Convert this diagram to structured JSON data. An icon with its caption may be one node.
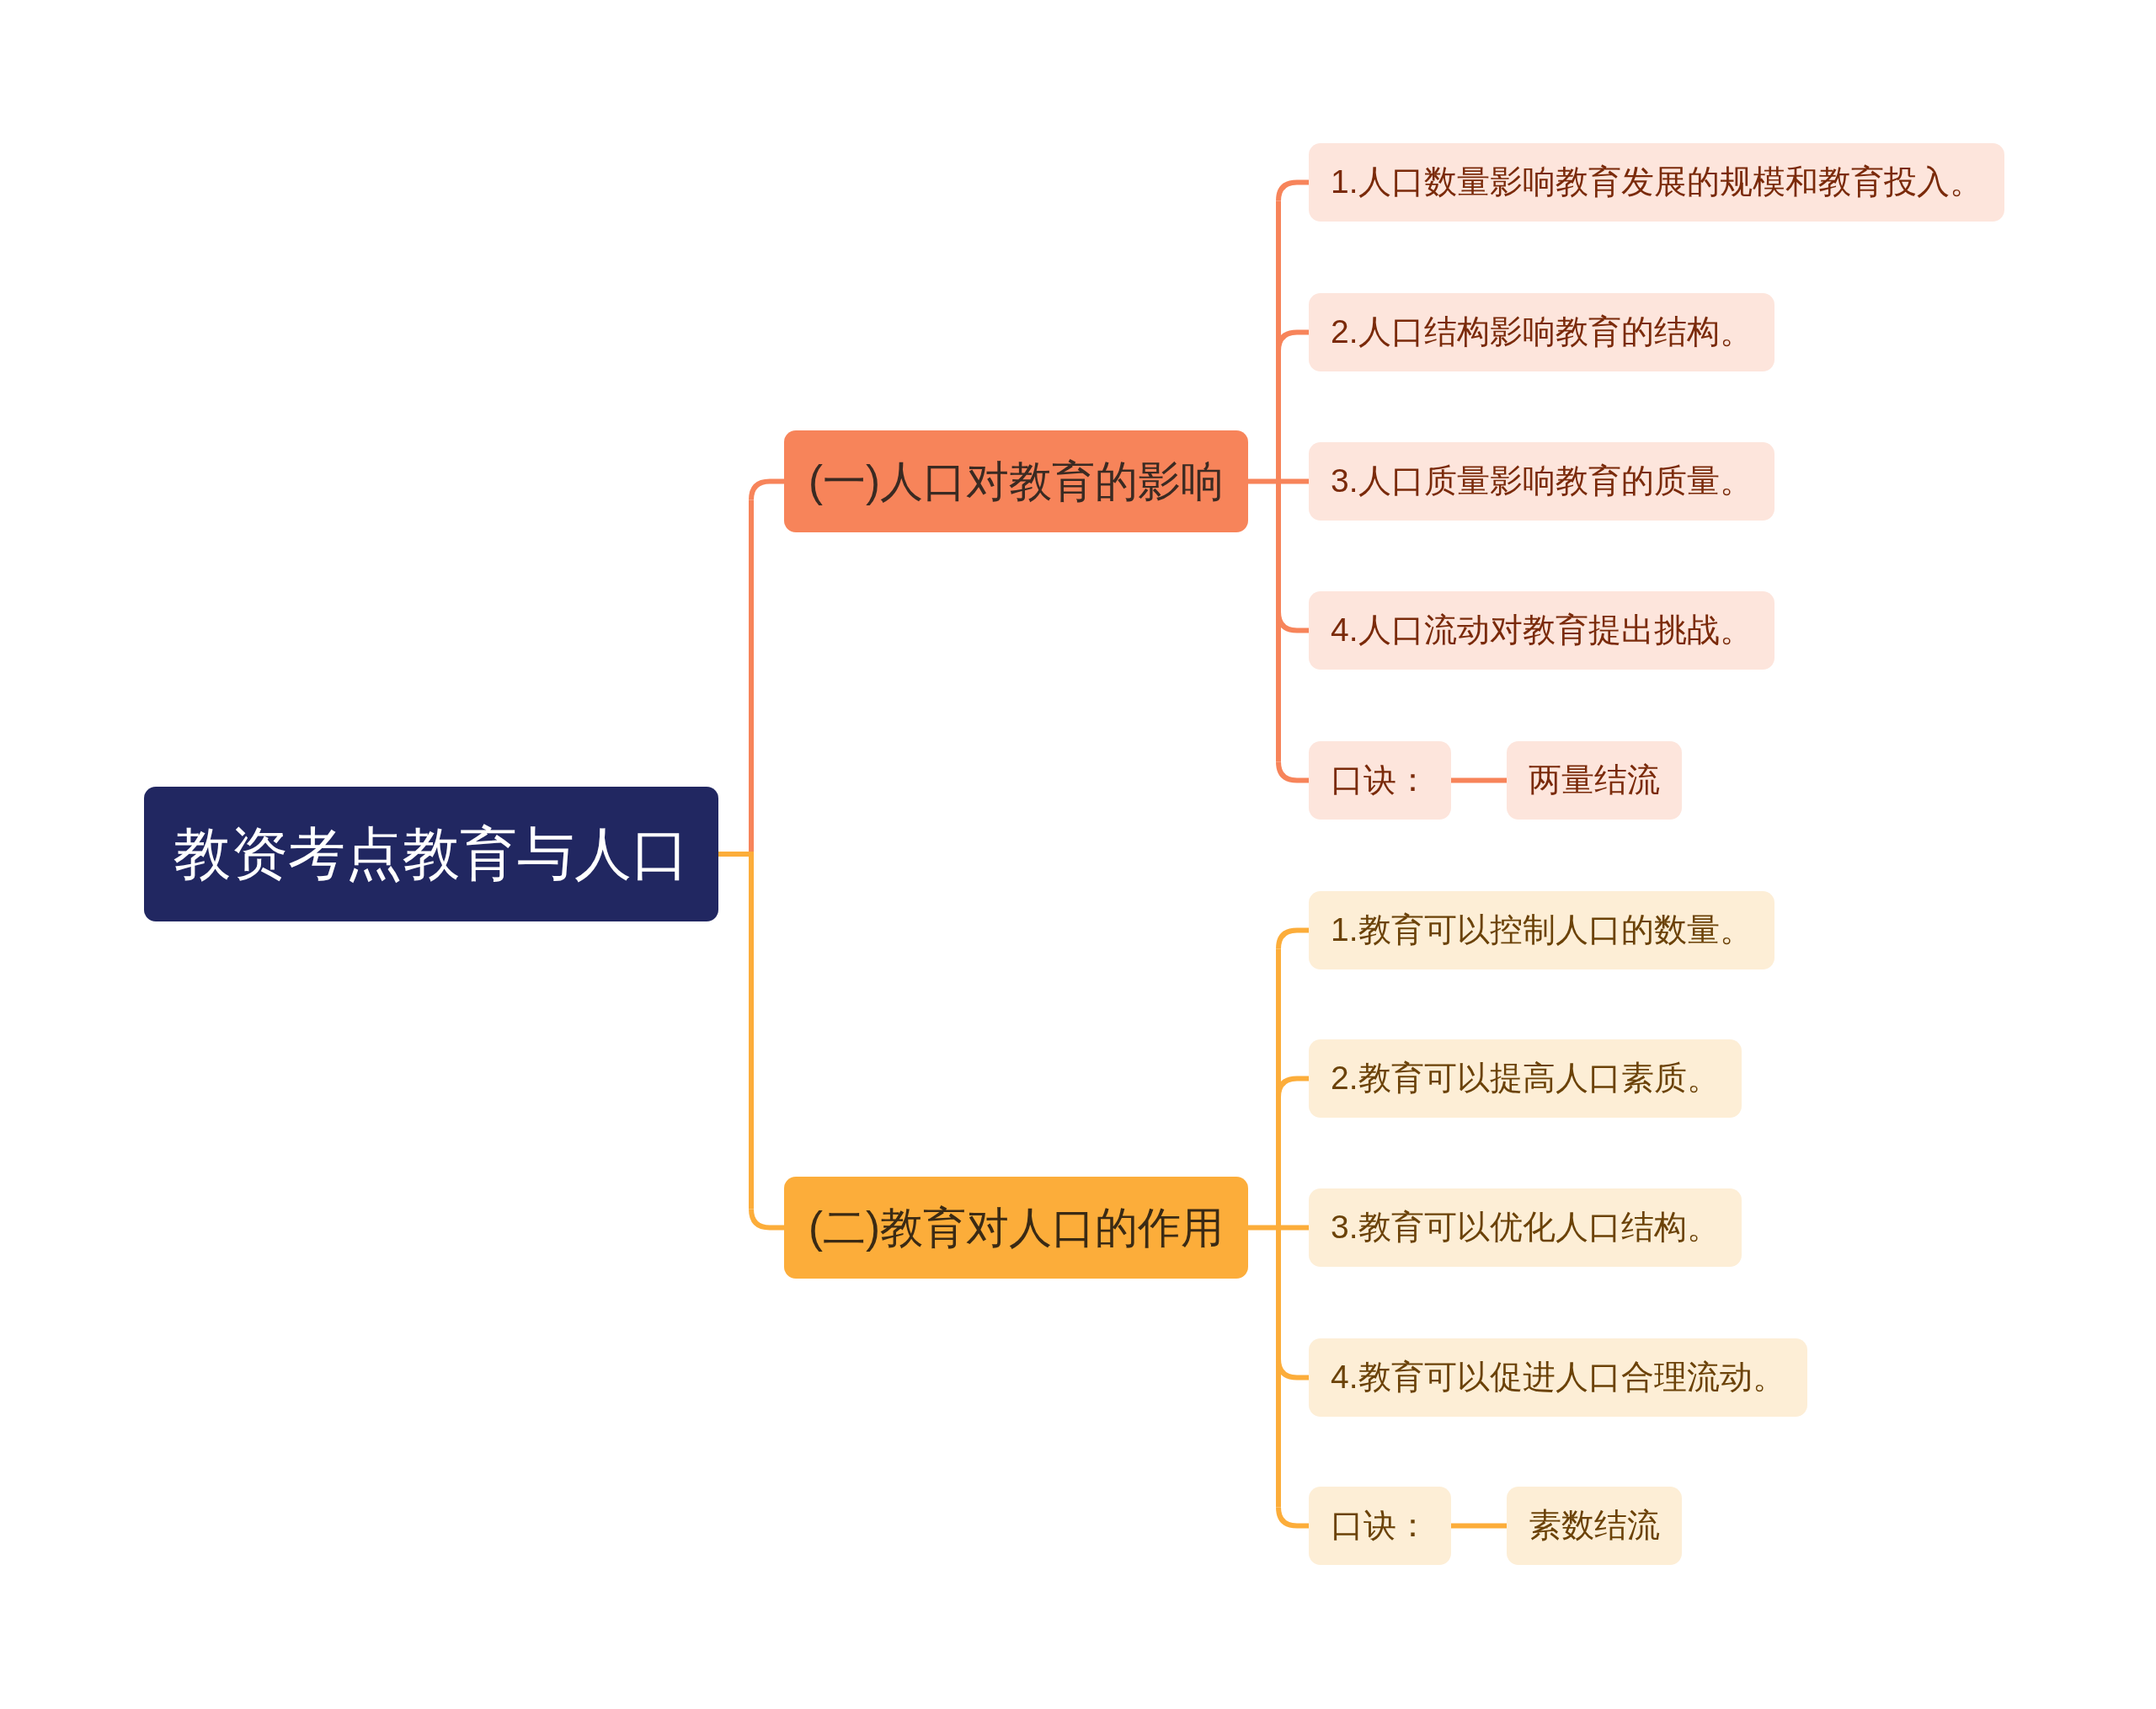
{
  "diagram": {
    "nodes": [
      {
        "text": [
          "教资考点教育与人口"
        ]
      },
      {
        "text": [
          "(一)人口对教育的影响"
        ]
      },
      {
        "text": [
          "1.人口数量影响教育发展的规模和教育投入。"
        ]
      },
      {
        "text": [
          "2.人口结构影响教育的结构。"
        ]
      },
      {
        "text": [
          "3.人口质量影响教育的质量。"
        ]
      },
      {
        "text": [
          "4.人口流动对教育提出挑战。"
        ]
      },
      {
        "text": [
          "口诀："
        ]
      },
      {
        "text": [
          "两量结流"
        ]
      },
      {
        "text": [
          "(二)教育对人口的作用"
        ]
      },
      {
        "text": [
          "1.教育可以控制人口的数量。"
        ]
      },
      {
        "text": [
          "2.教育可以提高人口素质。"
        ]
      },
      {
        "text": [
          "3.教育可以优化人口结构。"
        ]
      },
      {
        "text": [
          "4.教育可以促进人口合理流动。"
        ]
      },
      {
        "text": [
          "口诀："
        ]
      },
      {
        "text": [
          "素数结流"
        ]
      }
    ],
    "edges": [
      {
        "from": 0,
        "to": 1,
        "arrow": "none",
        "color": "#f7845a"
      },
      {
        "from": 1,
        "to": 2,
        "arrow": "none",
        "color": "#f7845a"
      },
      {
        "from": 1,
        "to": 3,
        "arrow": "none",
        "color": "#f7845a"
      },
      {
        "from": 1,
        "to": 4,
        "arrow": "none",
        "color": "#f7845a"
      },
      {
        "from": 1,
        "to": 5,
        "arrow": "none",
        "color": "#f7845a"
      },
      {
        "from": 1,
        "to": 6,
        "arrow": "none",
        "color": "#f7845a"
      },
      {
        "from": 6,
        "to": 7,
        "arrow": "none",
        "color": "#f7845a"
      },
      {
        "from": 0,
        "to": 8,
        "arrow": "none",
        "color": "#fcad3a"
      },
      {
        "from": 8,
        "to": 9,
        "arrow": "none",
        "color": "#fcad3a"
      },
      {
        "from": 8,
        "to": 10,
        "arrow": "none",
        "color": "#fcad3a"
      },
      {
        "from": 8,
        "to": 11,
        "arrow": "none",
        "color": "#fcad3a"
      },
      {
        "from": 8,
        "to": 12,
        "arrow": "none",
        "color": "#fcad3a"
      },
      {
        "from": 8,
        "to": 13,
        "arrow": "none",
        "color": "#fcad3a"
      },
      {
        "from": 13,
        "to": 14,
        "arrow": "none",
        "color": "#fcad3a"
      }
    ]
  }
}
